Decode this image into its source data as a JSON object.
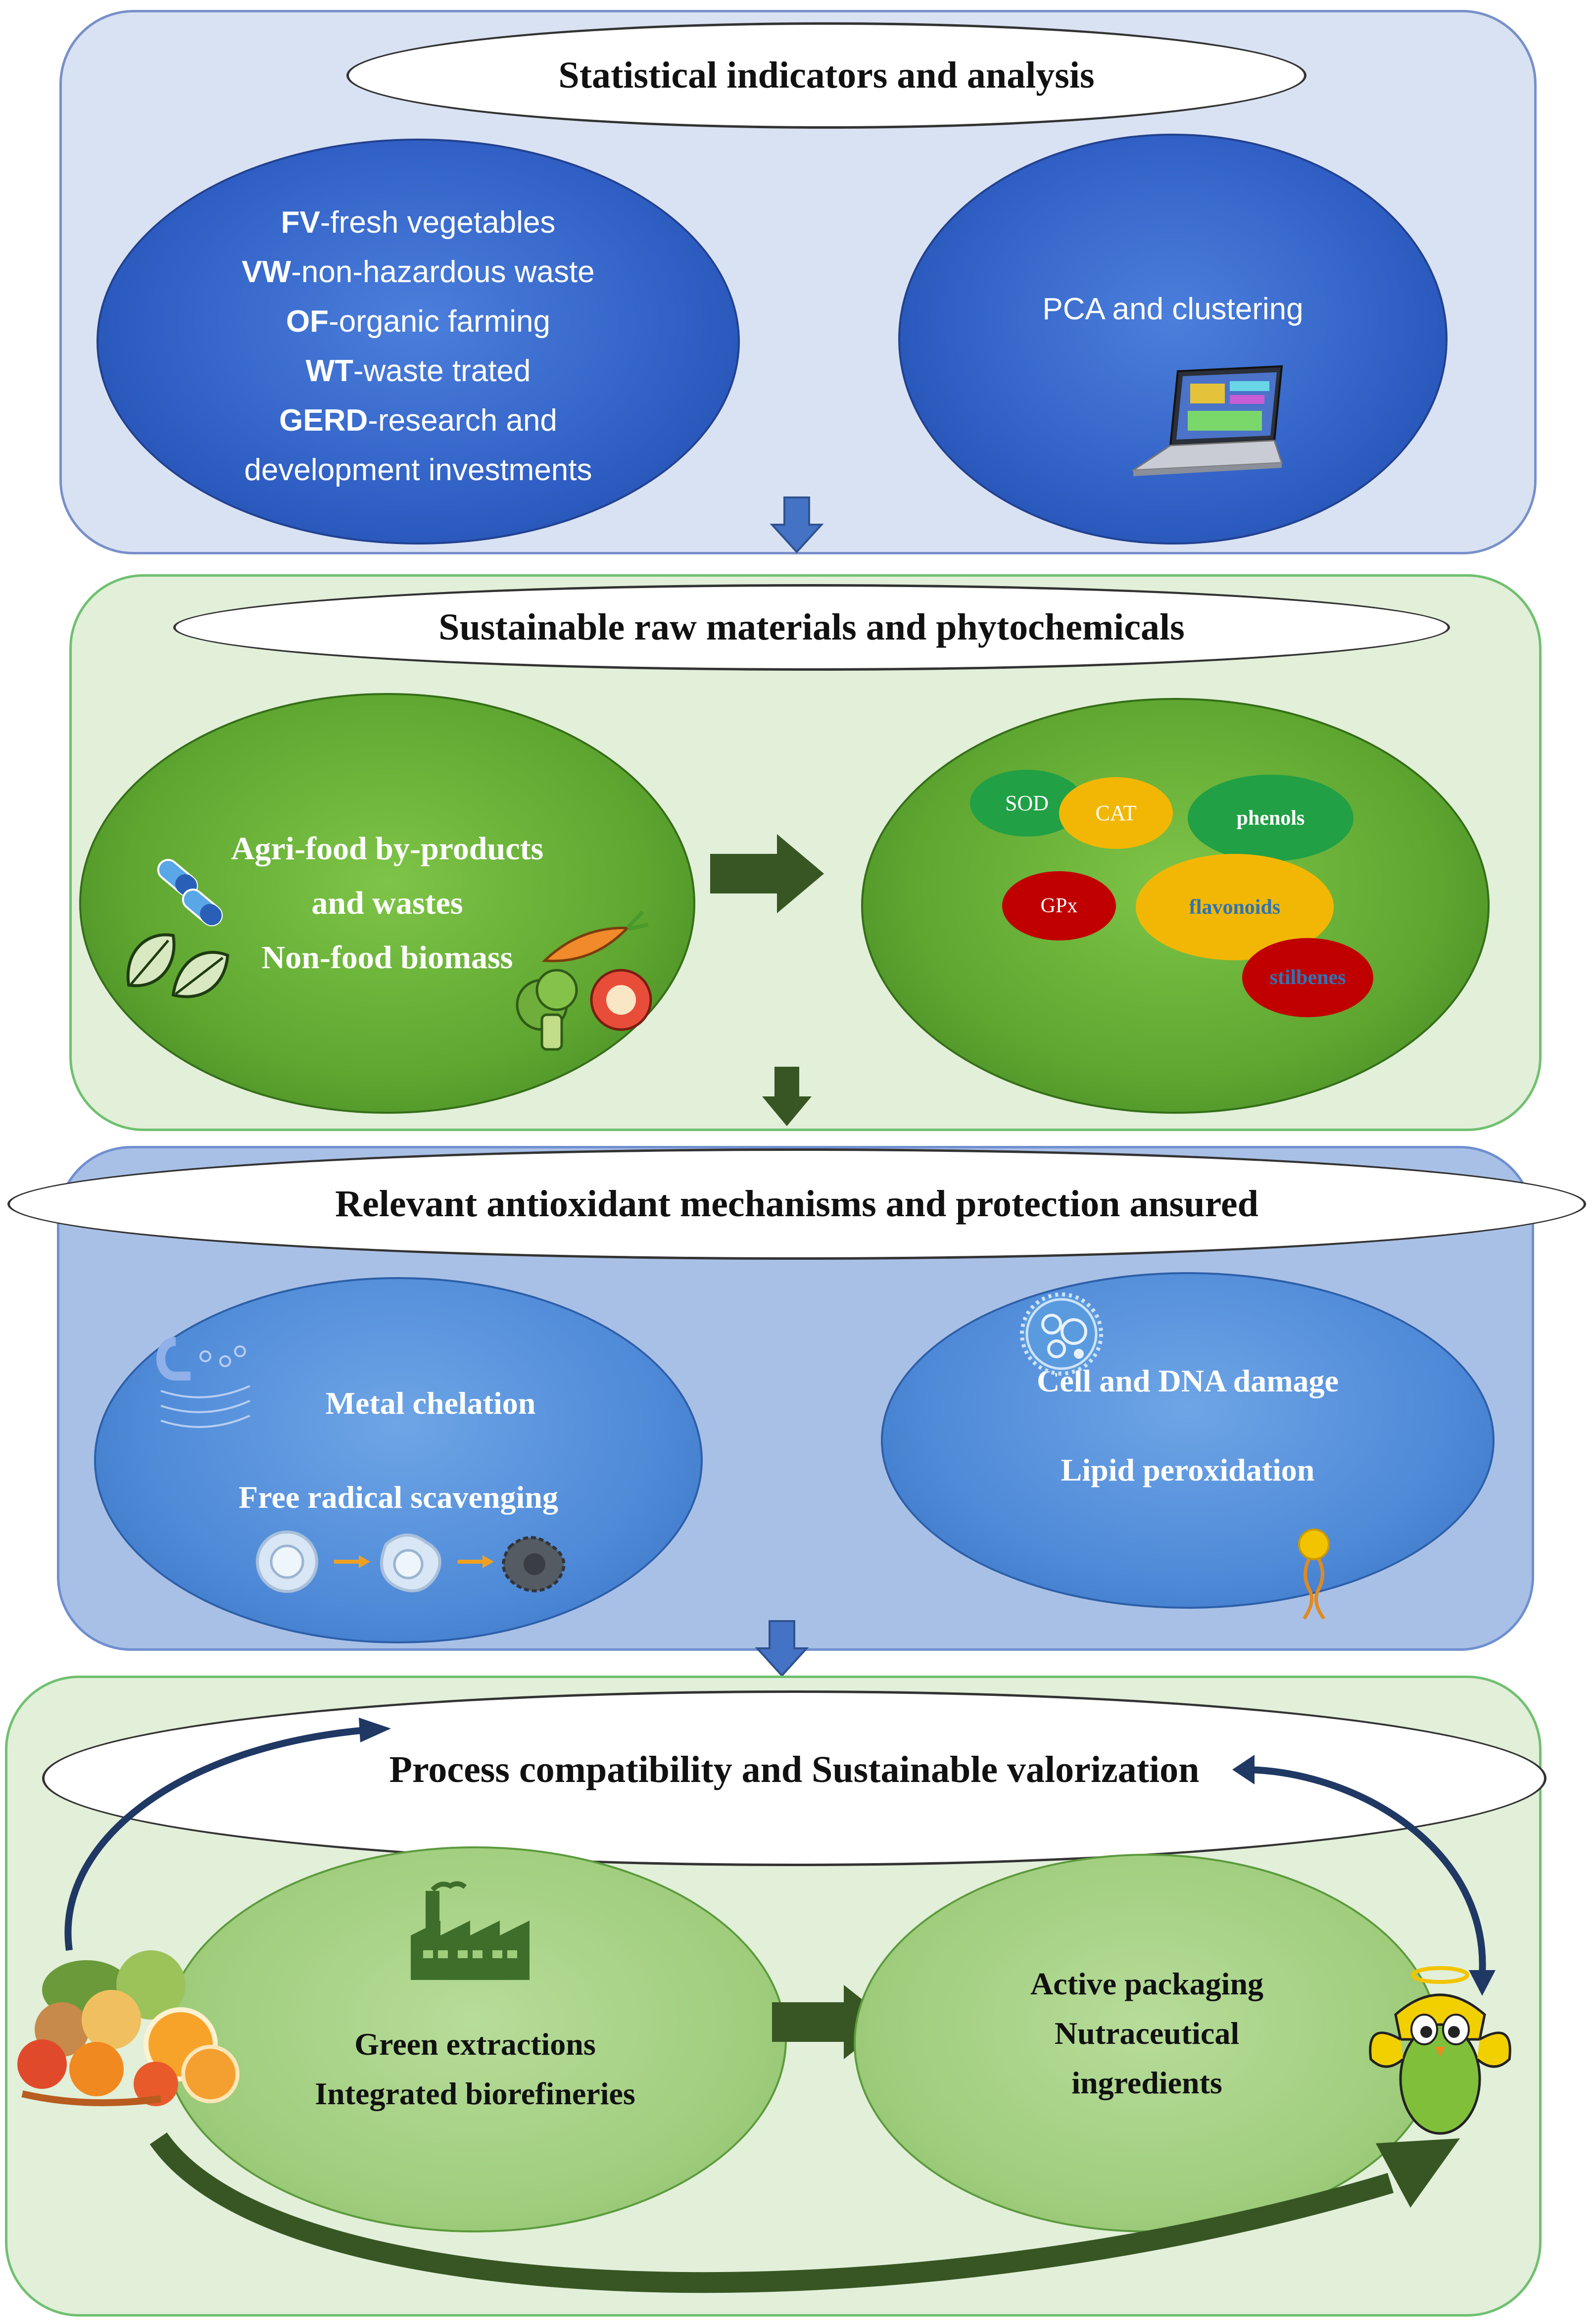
{
  "section1": {
    "title": "Statistical indicators and analysis",
    "indicators": [
      {
        "code": "FV",
        "desc": "-fresh vegetables"
      },
      {
        "code": "VW",
        "desc": "-non-hazardous waste"
      },
      {
        "code": "OF",
        "desc": "-organic farming"
      },
      {
        "code": "WT",
        "desc": "-waste trated"
      },
      {
        "code": "GERD",
        "desc": "-research and"
      }
    ],
    "indicator_continuation": "development investments",
    "analysis": "PCA and clustering"
  },
  "section2": {
    "title": "Sustainable raw materials and phytochemicals",
    "sources": [
      "Agri-food by-products",
      "and wastes",
      "Non-food biomass"
    ],
    "compounds": {
      "sod": "SOD",
      "cat": "CAT",
      "phenols": "phenols",
      "gpx": "GPx",
      "flavonoids": "flavonoids",
      "stilbenes": "stilbenes"
    }
  },
  "section3": {
    "title": "Relevant antioxidant mechanisms and protection ansured",
    "left": [
      "Metal chelation",
      "Free radical scavenging"
    ],
    "right": [
      "Cell and DNA damage",
      "Lipid peroxidation"
    ]
  },
  "section4": {
    "title": "Process compatibility and Sustainable valorization",
    "left": [
      "Green extractions",
      "Integrated biorefineries"
    ],
    "right": [
      "Active packaging",
      "Nutraceutical",
      "ingredients"
    ]
  },
  "colors": {
    "blue_arrow": "#4472c4",
    "green_arrow": "#375623",
    "sod": "#21a045",
    "cat": "#f2b705",
    "phenols": "#21a045",
    "gpx": "#c00000",
    "flavonoids": "#f2b705",
    "stilbenes": "#c00000"
  },
  "icons": [
    "laptop-icon",
    "capsules-icon",
    "leaves-icon",
    "vegetables-icon",
    "magnet-icon",
    "cell-icon",
    "cell-degradation-icon",
    "lipid-icon",
    "factory-icon",
    "food-waste-icon",
    "mascot-icon"
  ]
}
